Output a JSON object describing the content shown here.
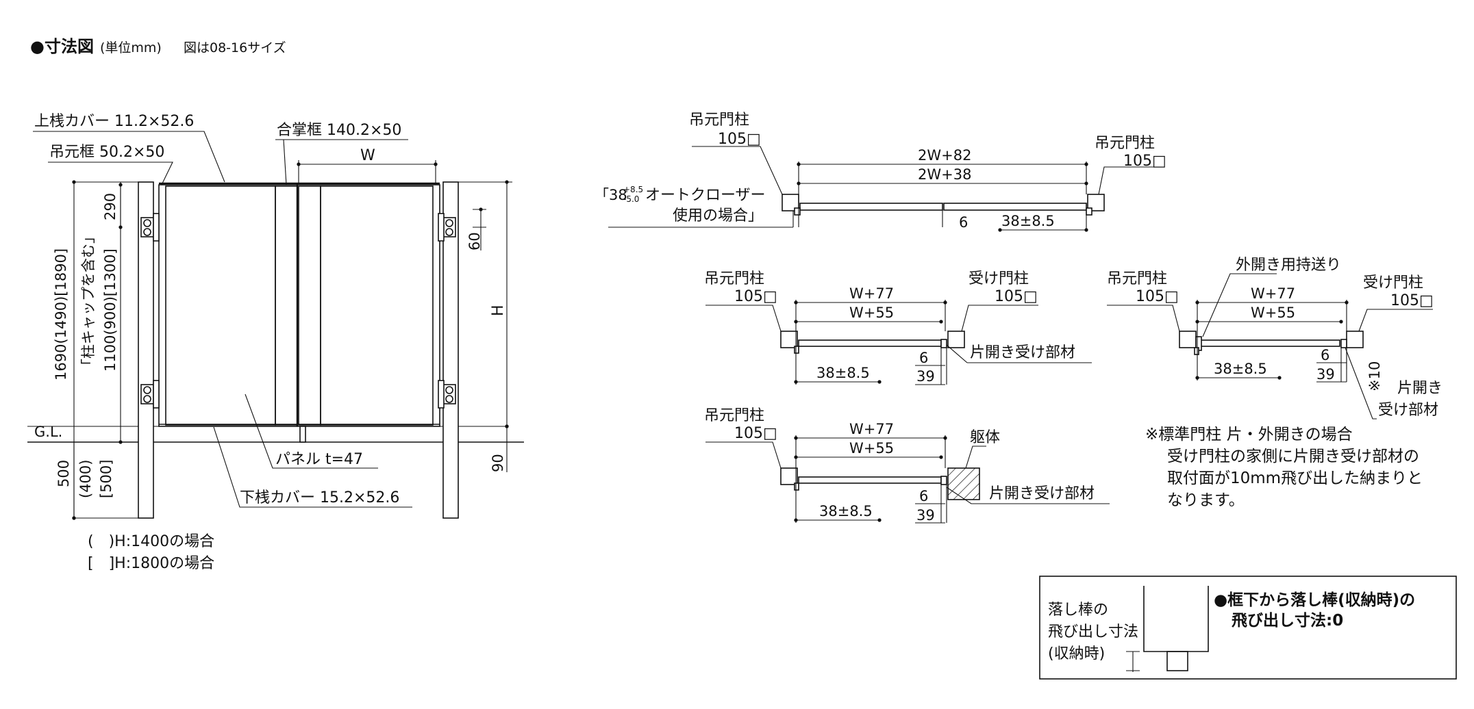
{
  "header": {
    "title": "●寸法図",
    "unit": "(単位mm)",
    "note": "図は08-16サイズ"
  },
  "elevation": {
    "top_rail_cover": "上桟カバー 11.2×52.6",
    "hinge_frame": "吊元框 50.2×50",
    "meeting_frame": "合掌框 140.2×50",
    "width_label": "W",
    "dim_290": "290",
    "dim_60": "60",
    "height_label": "H",
    "post_total": "1690(1490)[1890]",
    "post_cap_note": "「柱キャップを含む」",
    "post_mid": "1100(900)[1300]",
    "gl": "G.L.",
    "dim_90": "90",
    "dim_500": "500",
    "dim_400": "(400)",
    "dim_500b": "[500]",
    "panel": "パネル t=47",
    "bottom_rail_cover": "下桟カバー 15.2×52.6",
    "legend_round": "(　)H:1400の場合",
    "legend_square": "[　]H:1800の場合"
  },
  "plan_double": {
    "hinge_post_left": "吊元門柱",
    "hinge_post_left_size": "105□",
    "hinge_post_right": "吊元門柱",
    "hinge_post_right_size": "105□",
    "dim_outer": "2W+82",
    "dim_inner": "2W+38",
    "dim_gap": "6",
    "dim_tol": "38±8.5",
    "closer_note_line1": "「38",
    "closer_sup": "+8.5",
    "closer_sub": "-5.0",
    "closer_note_rest": "オートクローザー",
    "closer_note_line2": "使用の場合」"
  },
  "plan_single_a": {
    "hinge_post": "吊元門柱",
    "hinge_post_size": "105□",
    "receive_post": "受け門柱",
    "receive_post_size": "105□",
    "dim_outer": "W+77",
    "dim_inner": "W+55",
    "dim_tol": "38±8.5",
    "dim_6": "6",
    "dim_39": "39",
    "receiver": "片開き受け部材"
  },
  "plan_single_b": {
    "hinge_post": "吊元門柱",
    "hinge_post_size": "105□",
    "outward_holder": "外開き用持送り",
    "receive_post": "受け門柱",
    "receive_post_size": "105□",
    "dim_outer": "W+77",
    "dim_inner": "W+55",
    "dim_tol": "38±8.5",
    "dim_6": "6",
    "dim_39": "39",
    "dim_10": "※10",
    "receiver_line1": "片開き",
    "receiver_line2": "受け部材"
  },
  "plan_single_c": {
    "hinge_post": "吊元門柱",
    "hinge_post_size": "105□",
    "dim_outer": "W+77",
    "dim_inner": "W+55",
    "dim_tol": "38±8.5",
    "dim_6": "6",
    "dim_39": "39",
    "body": "躯体",
    "receiver": "片開き受け部材"
  },
  "note": {
    "line1": "※標準門柱 片・外開きの場合",
    "line2": "受け門柱の家側に片開き受け部材の",
    "line3": "取付面が10mm飛び出した納まりと",
    "line4": "なります。"
  },
  "dropbar": {
    "label_line1": "落し棒の",
    "label_line2": "飛び出し寸法",
    "label_line3": "(収納時)",
    "title": "●框下から落し棒(収納時)の",
    "value": "飛び出し寸法:0"
  }
}
